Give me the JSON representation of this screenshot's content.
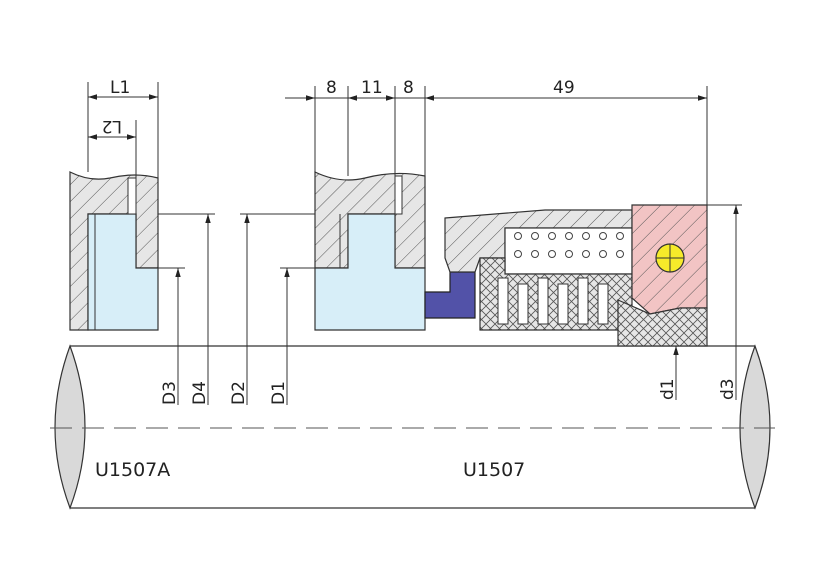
{
  "dimensions": {
    "l1": "L1",
    "l2": "L2",
    "d3": "D3",
    "d4": "D4",
    "d2": "D2",
    "d1": "D1",
    "w8_left": "8",
    "w11": "11",
    "w8_right": "8",
    "len49": "49",
    "small_d1": "d1",
    "small_d3": "d3"
  },
  "part_labels": {
    "left": "U1507A",
    "right": "U1507"
  },
  "colors": {
    "seat_fill": "#d7eef8",
    "oring_fill": "#5252a8",
    "collar_fill": "#f2c4c4",
    "pin_fill": "#f6ea2a",
    "hatch_line": "#555555",
    "outline": "#333333"
  }
}
